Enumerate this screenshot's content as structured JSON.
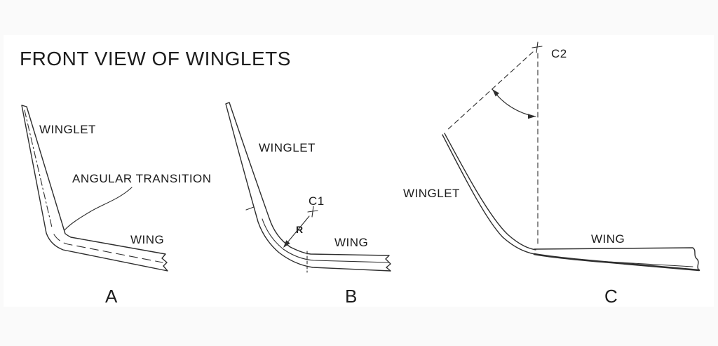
{
  "page": {
    "title": "FRONT VIEW OF WINGLETS"
  },
  "colors": {
    "background": "#fafafa",
    "sheet": "#ffffff",
    "line": "#2e2e2e",
    "text": "#1c1c1c"
  },
  "diagrams": {
    "a": {
      "letter": "A",
      "winglet": "WINGLET",
      "wing": "WING",
      "annotation": "ANGULAR TRANSITION"
    },
    "b": {
      "letter": "B",
      "winglet": "WINGLET",
      "wing": "WING",
      "center": "C1",
      "radius": "R"
    },
    "c": {
      "letter": "C",
      "winglet": "WINGLET",
      "wing": "WING",
      "center": "C2"
    }
  }
}
